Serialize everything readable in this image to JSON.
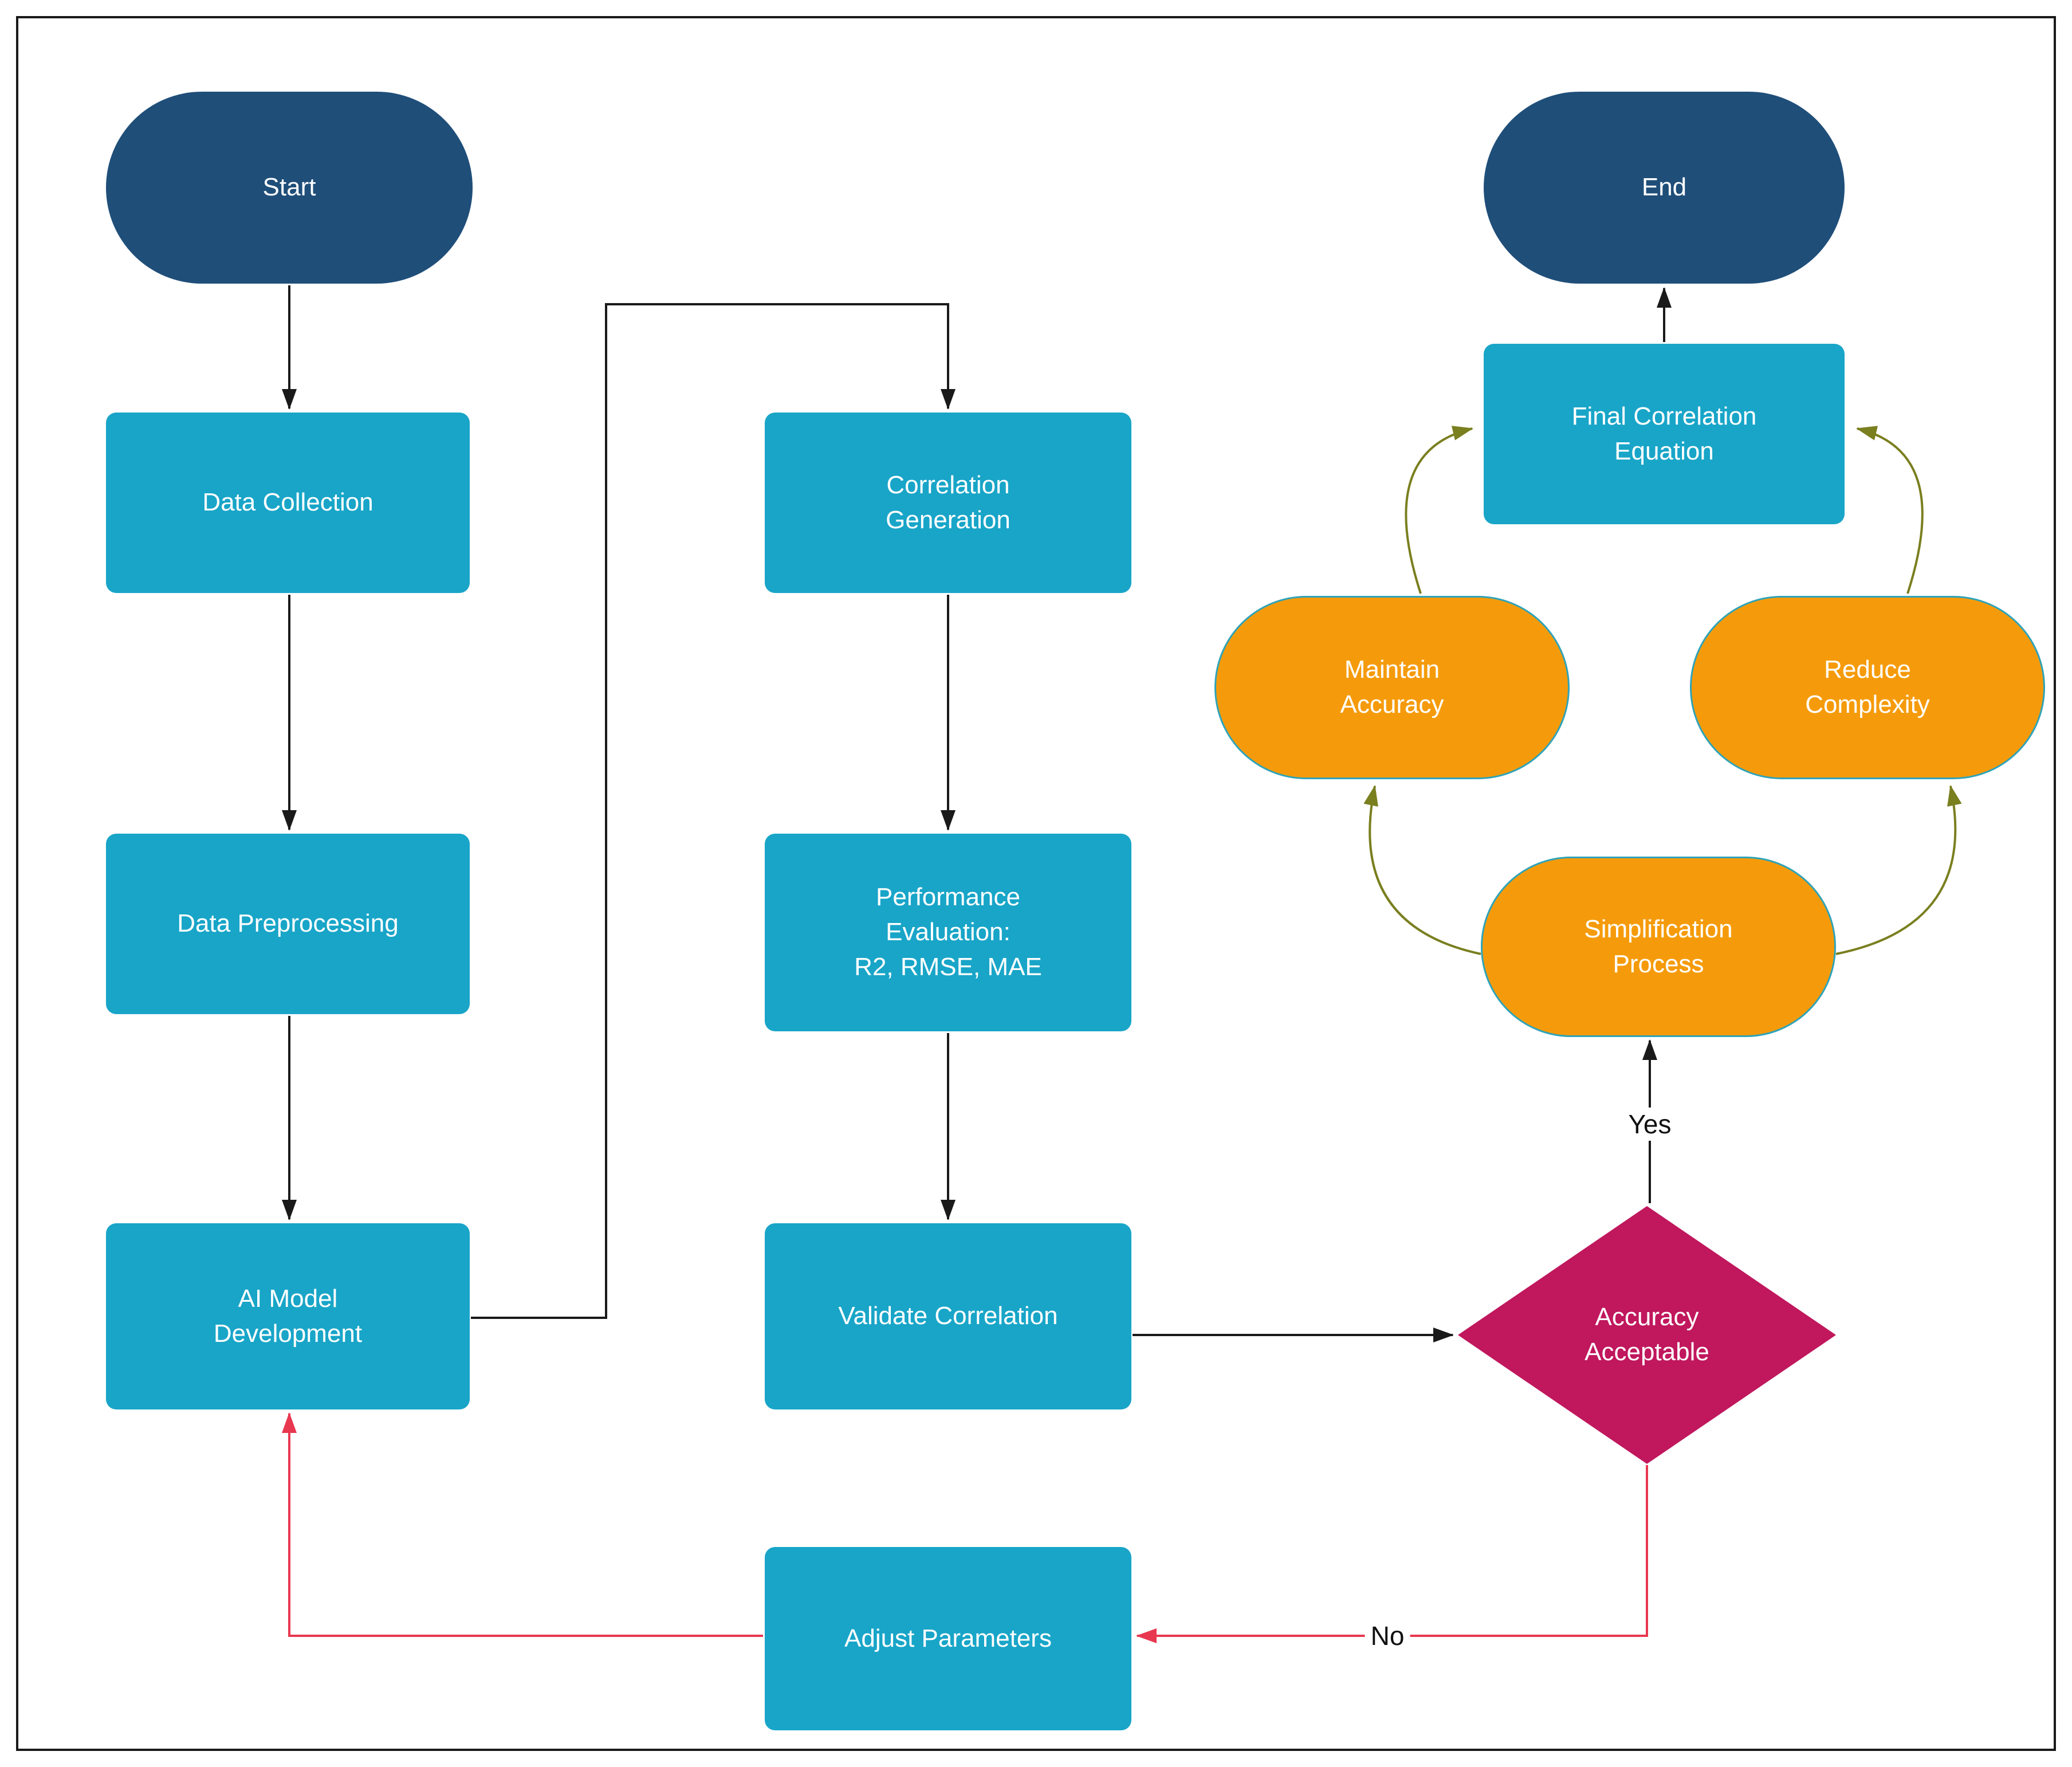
{
  "diagram": {
    "type": "flowchart",
    "nodes": {
      "start": {
        "label": "Start",
        "shape": "pill",
        "color": "#1F4E79"
      },
      "end": {
        "label": "End",
        "shape": "pill",
        "color": "#1F4E79"
      },
      "data_collection": {
        "label": "Data Collection",
        "shape": "rect",
        "color": "#18A5C8"
      },
      "data_preprocessing": {
        "label": "Data Preprocessing",
        "shape": "rect",
        "color": "#18A5C8"
      },
      "ai_model": {
        "label": "AI Model\nDevelopment",
        "shape": "rect",
        "color": "#18A5C8"
      },
      "correlation_generation": {
        "label": "Correlation\nGeneration",
        "shape": "rect",
        "color": "#18A5C8"
      },
      "performance_evaluation": {
        "label": "Performance\nEvaluation:\nR2, RMSE, MAE",
        "shape": "rect",
        "color": "#18A5C8"
      },
      "validate_correlation": {
        "label": "Validate Correlation",
        "shape": "rect",
        "color": "#18A5C8"
      },
      "adjust_parameters": {
        "label": "Adjust Parameters",
        "shape": "rect",
        "color": "#18A5C8"
      },
      "accuracy_acceptable": {
        "label": "Accuracy\nAcceptable",
        "shape": "diamond",
        "color": "#C0175D"
      },
      "simplification_process": {
        "label": "Simplification\nProcess",
        "shape": "pill",
        "color": "#F59B0B"
      },
      "maintain_accuracy": {
        "label": "Maintain\nAccuracy",
        "shape": "pill",
        "color": "#F59B0B"
      },
      "reduce_complexity": {
        "label": "Reduce\nComplexity",
        "shape": "pill",
        "color": "#F59B0B"
      },
      "final_correlation": {
        "label": "Final Correlation\nEquation",
        "shape": "rect",
        "color": "#18A5C8"
      }
    },
    "edge_labels": {
      "yes": "Yes",
      "no": "No"
    }
  },
  "colors": {
    "dark_blue": "#1F4E79",
    "teal": "#18A5C8",
    "orange": "#F59B0B",
    "orange_border": "#2FA3B8",
    "magenta": "#C0175D",
    "red": "#E8384F",
    "olive": "#7A7F1F",
    "edge_black": "#1A1A1A",
    "frame": "#1A1A1A"
  }
}
